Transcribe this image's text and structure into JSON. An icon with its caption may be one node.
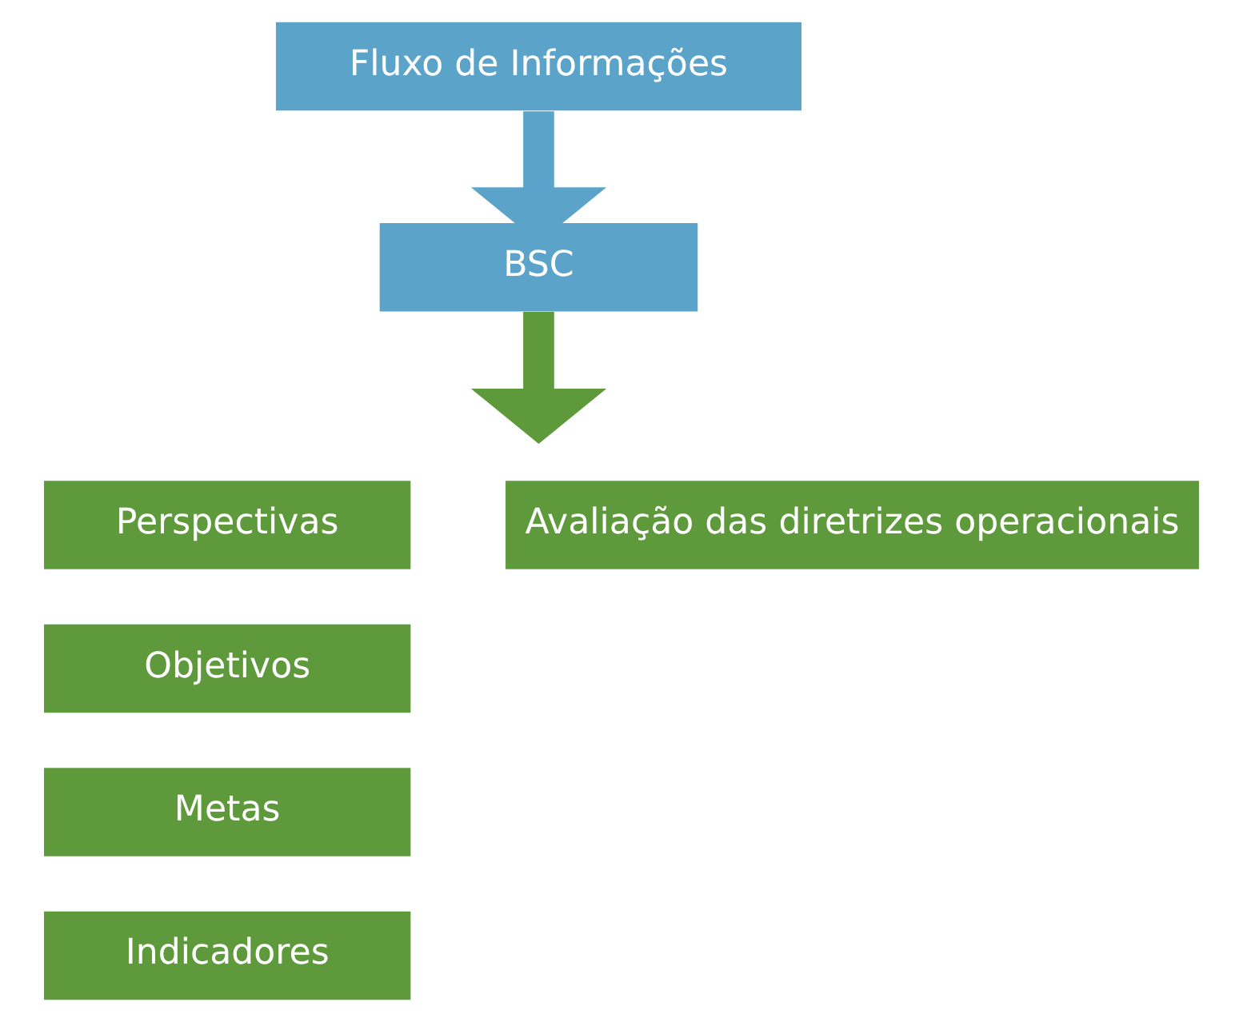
{
  "diagram": {
    "nodes": [
      {
        "text": [
          "Fluxo de Informações"
        ]
      },
      {
        "text": [
          "BSC"
        ]
      },
      {
        "text": [
          "Perspectivas"
        ]
      },
      {
        "text": [
          "Objetivos"
        ]
      },
      {
        "text": [
          "Metas"
        ]
      },
      {
        "text": [
          "Indicadores"
        ]
      },
      {
        "text": [
          "Avaliação das diretrizes operacionais"
        ]
      }
    ],
    "edges": [
      {
        "from": 0,
        "to": 1,
        "arrow": "to",
        "color": "#5ba3c9"
      },
      {
        "from": 1,
        "to": null,
        "arrow": "to",
        "color": "#5e9a3c"
      }
    ]
  }
}
